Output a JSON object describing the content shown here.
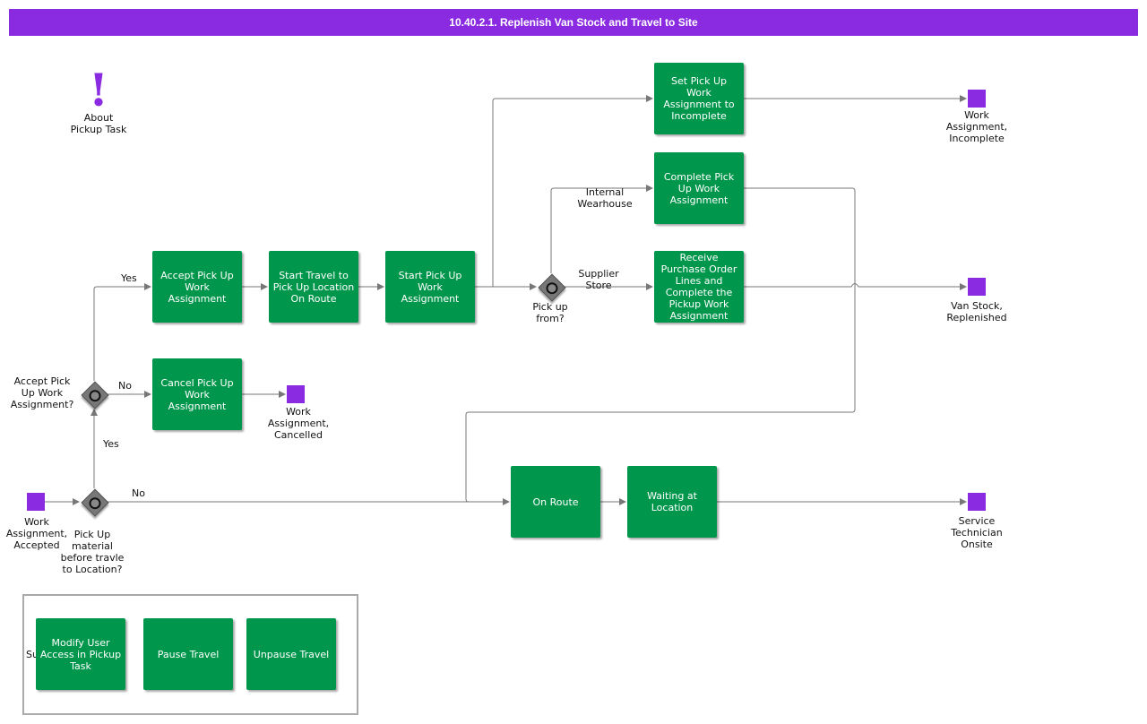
{
  "title": "10.40.2.1. Replenish Van Stock and Travel to Site",
  "annotation": {
    "label": "About\nPickup Task"
  },
  "tasks": {
    "accept_pickup": "Accept Pick Up\nWork\nAssignment",
    "start_travel_pickup": "Start Travel to\nPick Up Location\nOn Route",
    "start_pickup": "Start Pick Up\nWork\nAssignment",
    "set_incomplete": "Set Pick Up\nWork\nAssignment to\nIncomplete",
    "complete_pickup": "Complete Pick\nUp Work\nAssignment",
    "receive_po": "Receive\nPurchase Order\nLines and\nComplete the\nPickup Work\nAssignment",
    "cancel_pickup": "Cancel Pick Up\nWork\nAssignment",
    "on_route": "On Route",
    "waiting_location": "Waiting at\nLocation",
    "modify_user_access": "Modify User\nAccess in Pickup\nTask",
    "pause_travel": "Pause Travel",
    "unpause_travel": "Unpause Travel"
  },
  "events": {
    "start": "Work\nAssignment,\nAccepted",
    "incomplete": "Work\nAssignment,\nIncomplete",
    "replenished": "Van Stock,\nReplenished",
    "cancelled": "Work\nAssignment,\nCancelled",
    "onsite": "Service\nTechnician\nOnsite"
  },
  "gateways": {
    "pickup_before": "Pick Up\nmaterial\nbefore travle\nto Location?",
    "accept": "Accept Pick\nUp Work\nAssignment?",
    "pickup_from": "Pick up\nfrom?"
  },
  "flow_labels": {
    "yes_accept": "Yes",
    "no_accept": "No",
    "yes_pickup": "Yes",
    "no_pickup": "No",
    "internal": "Internal\nWearhouse",
    "supplier": "Supplier\nStore"
  },
  "hidden_text": "Su",
  "colors": {
    "event": "#8a2be2",
    "task": "#00964b",
    "gateway": "#777777",
    "title_bar": "#8a2be2"
  }
}
